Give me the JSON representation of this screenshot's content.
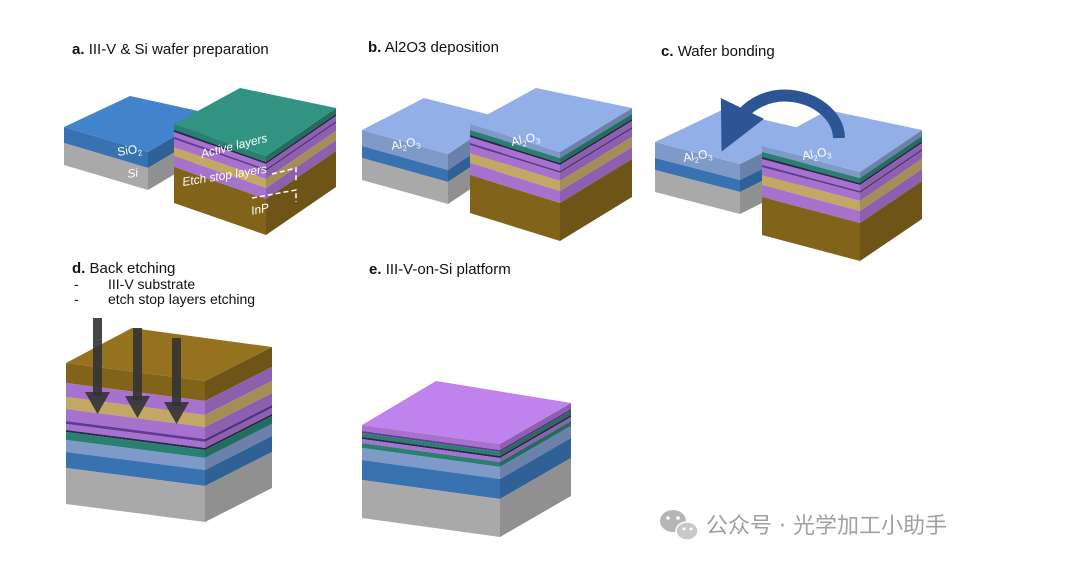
{
  "panels": {
    "a": {
      "letter": "a.",
      "title": "III-V & Si wafer preparation",
      "labels": {
        "sio2": "SiO",
        "sio2_sub": "2",
        "si": "Si",
        "active": "Active layers",
        "etchstop": "Etch stop layers",
        "inp": "InP"
      }
    },
    "b": {
      "letter": "b.",
      "title": "Al2O3 deposition",
      "labels": {
        "al": "Al",
        "al_sub1": "2",
        "o": "O",
        "al_sub2": "3"
      }
    },
    "c": {
      "letter": "c.",
      "title": "Wafer bonding",
      "labels": {
        "al": "Al",
        "al_sub1": "2",
        "o": "O",
        "al_sub2": "3"
      }
    },
    "d": {
      "letter": "d.",
      "title": "Back etching",
      "bullets": [
        {
          "dash": "-",
          "text": "III-V substrate"
        },
        {
          "dash": "-",
          "text": "etch stop layers etching"
        }
      ]
    },
    "e": {
      "letter": "e.",
      "title": "III-V-on-Si platform"
    }
  },
  "watermark": {
    "text": "公众号 · 光学加工小助手",
    "icon": "wechat-icon"
  },
  "colors": {
    "sio2": "#3d7cc0",
    "si": "#b8b8b8",
    "al2o3": "#8aa6da",
    "active": "#2e8b7a",
    "purple": "#b57be0",
    "etch": "#d4b66e",
    "inp": "#8d6c1c",
    "arrow": "#2d5596",
    "etch_arrow": "#333333"
  }
}
